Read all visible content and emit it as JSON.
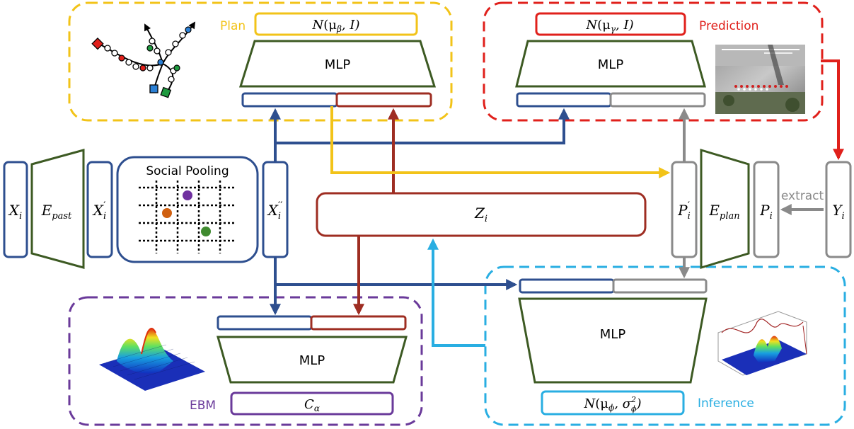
{
  "colors": {
    "plan": "#f2c318",
    "prediction": "#e0201b",
    "ebm": "#6a3a9a",
    "inference": "#29aee2",
    "blue": "#2e4f8f",
    "brown": "#9e2d22",
    "green": "#3d5a23",
    "gray": "#8a8a8a",
    "yellow_arrow": "#f2c318"
  },
  "modules": {
    "plan": {
      "title": "Plan",
      "dist_sym": "N",
      "dist_args": "(μ",
      "dist_sub": "β",
      "dist_tail": ", I)",
      "mlp": "MLP"
    },
    "prediction": {
      "title": "Prediction",
      "dist_sym": "N",
      "dist_args": "(μ",
      "dist_sub": "γ",
      "dist_tail": ", I)",
      "mlp": "MLP"
    },
    "ebm": {
      "title": "EBM",
      "c_sym": "C",
      "c_sub": "α",
      "mlp": "MLP"
    },
    "inference": {
      "title": "Inference",
      "dist_sym": "N",
      "dist_args": "(μ",
      "dist_sub": "ϕ",
      "dist_mid": ", σ",
      "dist_sup": "2",
      "dist_sub2": "ϕ",
      "dist_tail": ")",
      "mlp": "MLP"
    }
  },
  "encoders": {
    "past": {
      "sym": "E",
      "sub": "past"
    },
    "plan": {
      "sym": "E",
      "sub": "plan"
    }
  },
  "variables": {
    "x": {
      "sym": "X",
      "sub": "i"
    },
    "x_prime": {
      "sym": "X",
      "sub": "i",
      "sup": "′"
    },
    "x_dprime": {
      "sym": "X",
      "sub": "i",
      "sup": "′′"
    },
    "z": {
      "sym": "Z",
      "sub": "i"
    },
    "p_prime": {
      "sym": "P",
      "sub": "i",
      "sup": "′"
    },
    "p": {
      "sym": "P",
      "sub": "i"
    },
    "y": {
      "sym": "Y",
      "sub": "i"
    }
  },
  "social_pooling": {
    "title": "Social Pooling"
  },
  "extract_label": "extract"
}
